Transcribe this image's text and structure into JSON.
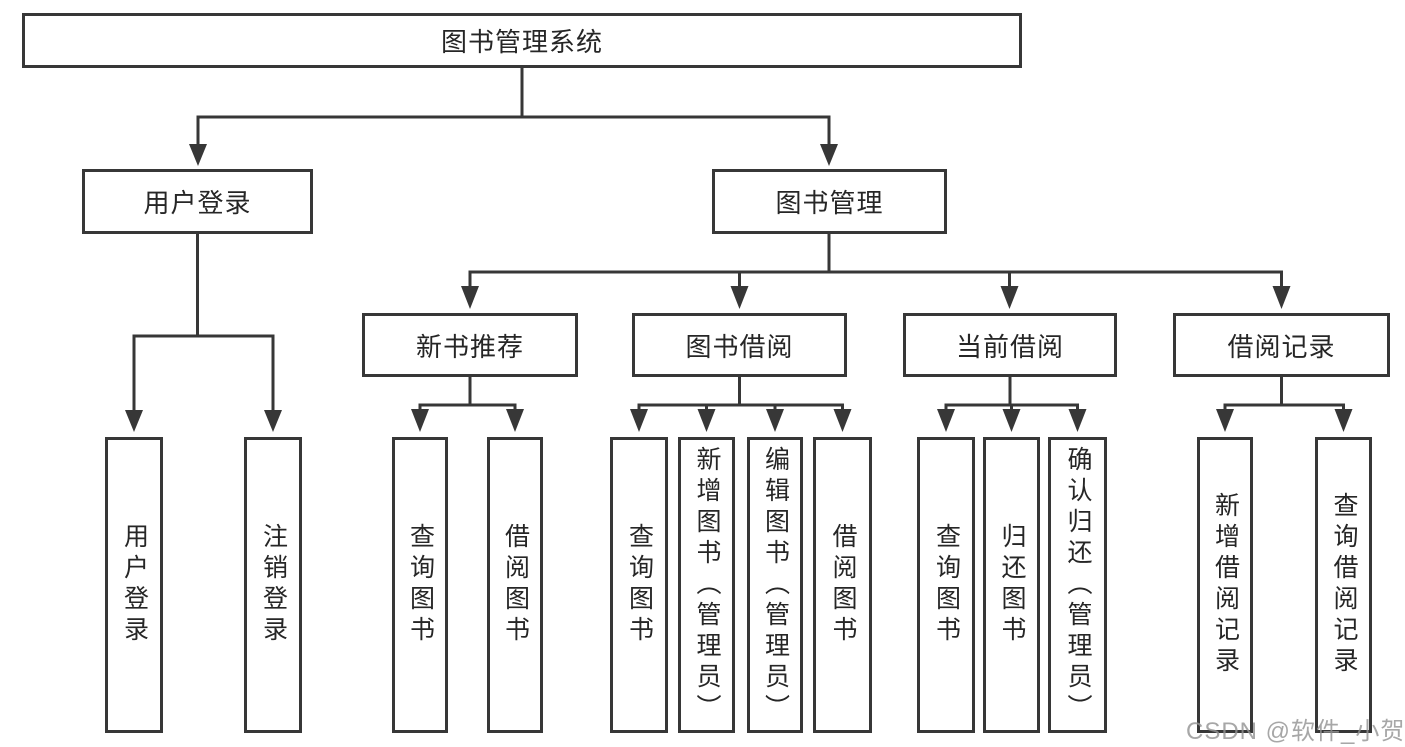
{
  "colors": {
    "line": "#373737",
    "text": "#262626",
    "background": "#ffffff",
    "watermark": "#949494"
  },
  "watermark": {
    "text": "CSDN @软件_小贺同学"
  },
  "tree": {
    "root": "图书管理系统",
    "branches": [
      {
        "label": "用户登录",
        "children": [
          {
            "label": "用户登录"
          },
          {
            "label": "注销登录"
          }
        ]
      },
      {
        "label": "图书管理",
        "groups": [
          {
            "label": "新书推荐",
            "children": [
              {
                "label": "查询图书"
              },
              {
                "label": "借阅图书"
              }
            ]
          },
          {
            "label": "图书借阅",
            "children": [
              {
                "label": "查询图书"
              },
              {
                "label": "新增图书（管理员）"
              },
              {
                "label": "编辑图书（管理员）"
              },
              {
                "label": "借阅图书"
              }
            ]
          },
          {
            "label": "当前借阅",
            "children": [
              {
                "label": "查询图书"
              },
              {
                "label": "归还图书"
              },
              {
                "label": "确认归还（管理员）"
              }
            ]
          },
          {
            "label": "借阅记录",
            "children": [
              {
                "label": "新增借阅记录"
              },
              {
                "label": "查询借阅记录"
              }
            ]
          }
        ]
      }
    ]
  }
}
